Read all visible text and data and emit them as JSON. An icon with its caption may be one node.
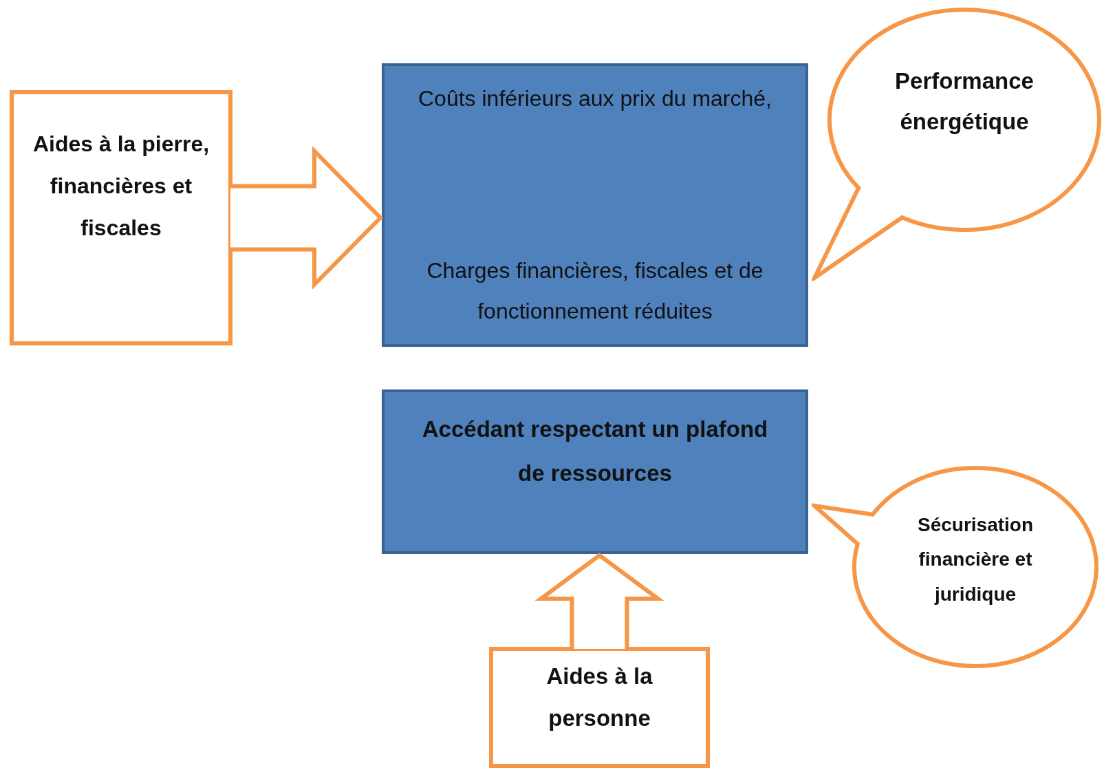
{
  "diagram": {
    "nodes": [
      {
        "text": [
          "Aides à la pierre, financières et fiscales"
        ]
      },
      {
        "text": [
          "Coûts inférieurs aux prix du marché,",
          "Charges financières, fiscales et de fonctionnement réduites"
        ]
      },
      {
        "text": [
          "Performance énergétique"
        ]
      },
      {
        "text": [
          "Accédant respectant un plafond de ressources"
        ]
      },
      {
        "text": [
          "Sécurisation financière et juridique"
        ]
      },
      {
        "text": [
          "Aides à la personne"
        ]
      }
    ],
    "edges": [
      {
        "from": 0,
        "to": 1,
        "arrow": "to"
      },
      {
        "from": 5,
        "to": 3,
        "arrow": "to"
      }
    ]
  }
}
